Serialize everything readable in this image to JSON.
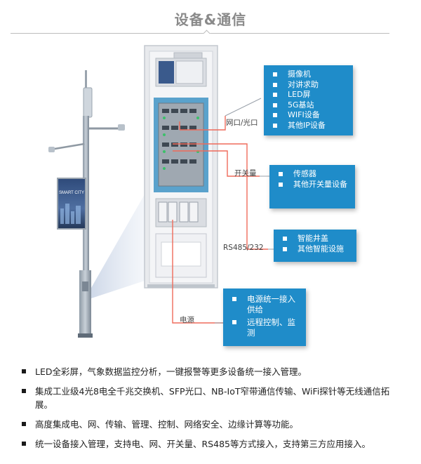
{
  "title": "设备&通信",
  "pole": {
    "screen_text": "SMART CITY"
  },
  "labels": {
    "network": "网口/光口",
    "switch": "开关量",
    "rs485": "RS485/232",
    "power": "电源"
  },
  "callouts": {
    "network": [
      "摄像机",
      "对讲求助",
      "LED屏",
      "5G基站",
      "WIFI设备",
      "其他IP设备"
    ],
    "switch": [
      "传感器",
      "其他开关量设备"
    ],
    "rs485": [
      "智能井盖",
      "其他智能设施"
    ],
    "power": [
      "电源统一接入供给",
      "远程控制、监测"
    ]
  },
  "bullets": [
    "LED全彩屏，气象数据监控分析，一键报警等更多设备统一接入管理。",
    "集成工业级4光8电全千兆交换机、SFP光口、NB-IoT窄带通信传输、WiFi探针等无线通信拓展。",
    "高度集成电、网、传输、管理、控制、网络安全、边缘计算等功能。",
    "统一设备接入管理，支持电、网、开关量、RS485等方式接入，支持第三方应用接入。"
  ],
  "colors": {
    "callout_blue": "#1f8cc9",
    "connector_red": "#ef6b5b",
    "cabinet_frame": "#e8eaed",
    "panel_blue": "#5aa2cc",
    "title_gray": "#8a8a8a"
  }
}
